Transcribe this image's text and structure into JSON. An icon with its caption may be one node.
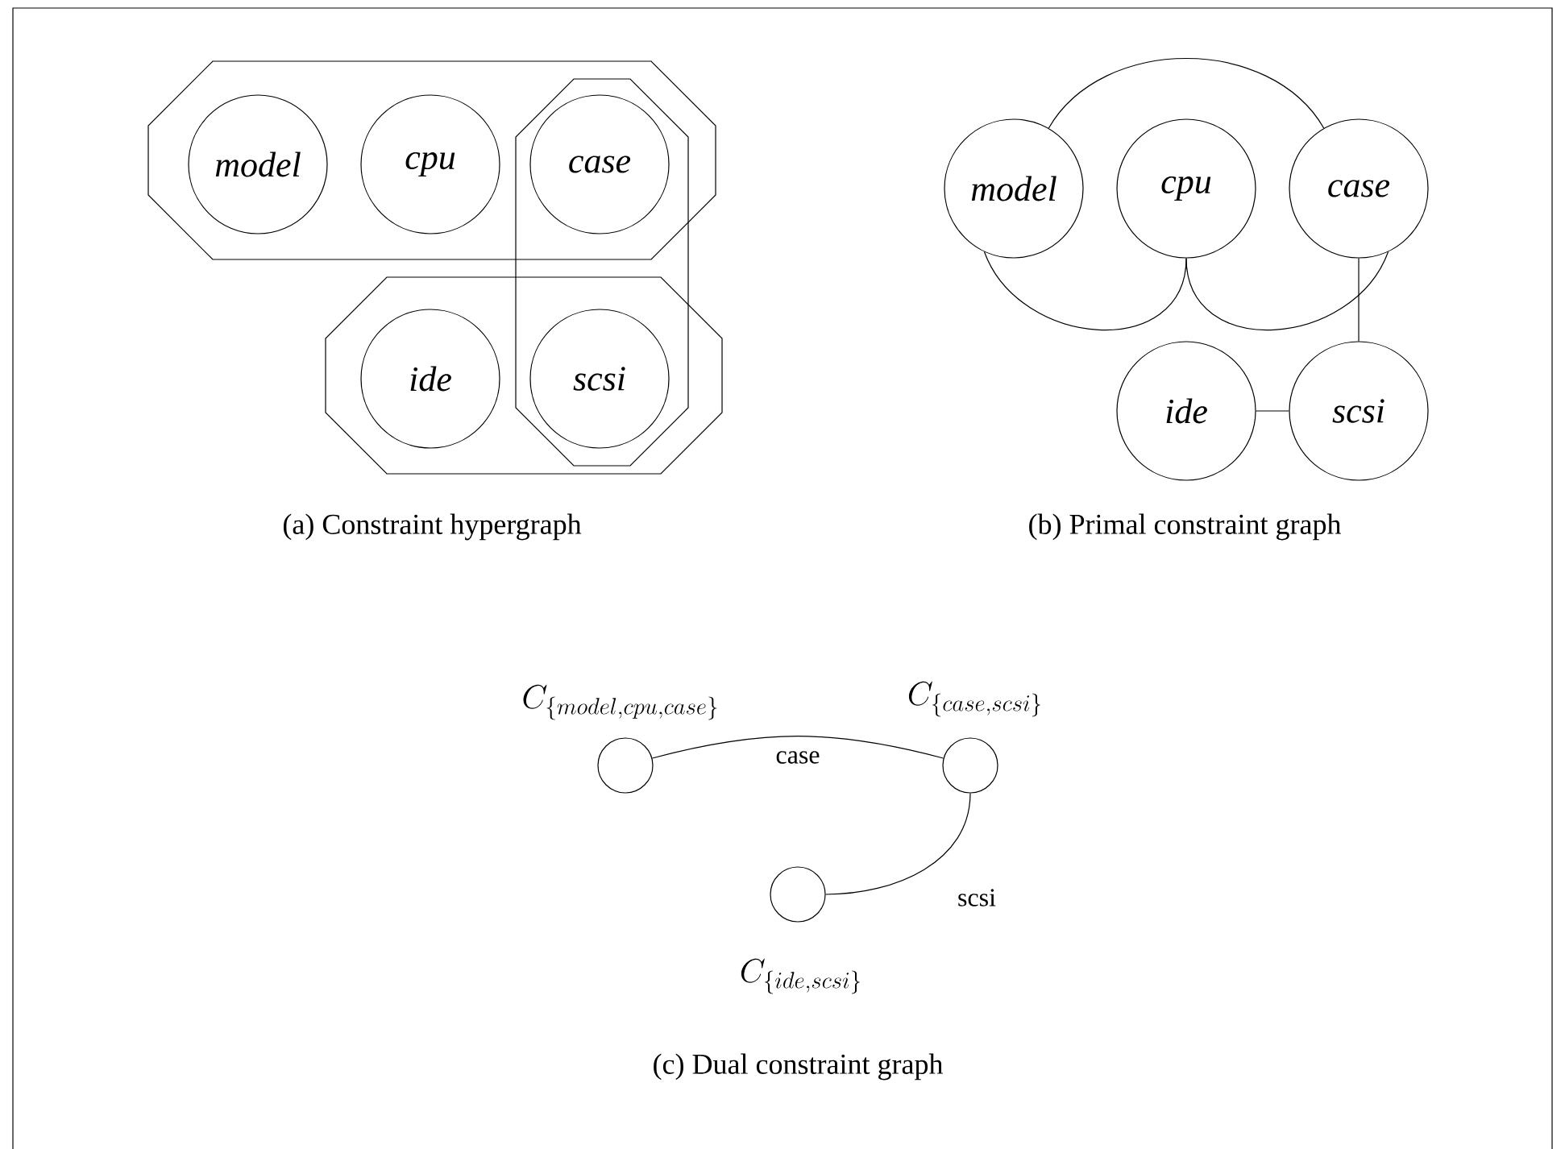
{
  "diagram": {
    "nodes": [
      {
        "text": [],
        "shape": "octagon"
      },
      {
        "text": [
          "model"
        ],
        "in": 0
      },
      {
        "text": [
          "cpu"
        ],
        "in": 0
      },
      {
        "text": [],
        "shape": "octagon"
      },
      {
        "text": [
          "case"
        ]
      },
      {
        "text": [],
        "shape": "octagon"
      },
      {
        "text": [
          "ide"
        ],
        "in": 5
      },
      {
        "text": [
          "scsi"
        ]
      },
      {
        "text": [
          "model"
        ]
      },
      {
        "text": [
          "cpu"
        ]
      },
      {
        "text": [
          "case"
        ]
      },
      {
        "text": [
          "ide"
        ]
      },
      {
        "text": [
          "scsi"
        ]
      },
      {
        "text": [],
        "shape": "circle",
        "beside": [
          "C_{\\{model,cpu,case\\}}"
        ]
      },
      {
        "text": [],
        "shape": "circle",
        "beside": [
          "C_{\\{case,scsi\\}}"
        ]
      },
      {
        "text": [],
        "shape": "circle",
        "beside": [
          "C_{\\{ide,scsi\\}}"
        ]
      }
    ],
    "edges": [
      {
        "from": 8,
        "to": 10,
        "arrow": "none"
      },
      {
        "from": 8,
        "to": 9,
        "arrow": "none"
      },
      {
        "from": 9,
        "to": 10,
        "arrow": "none"
      },
      {
        "from": 10,
        "to": 12,
        "arrow": "none"
      },
      {
        "from": 11,
        "to": 12,
        "arrow": "none"
      },
      {
        "from": 13,
        "to": 14,
        "arrow": "none",
        "label": "case"
      },
      {
        "from": 14,
        "to": 15,
        "arrow": "none",
        "label": "scsi"
      }
    ],
    "labels": [
      "(a) Constraint hypergraph",
      "(b) Primal constraint graph",
      "(c) Dual constraint graph"
    ]
  }
}
